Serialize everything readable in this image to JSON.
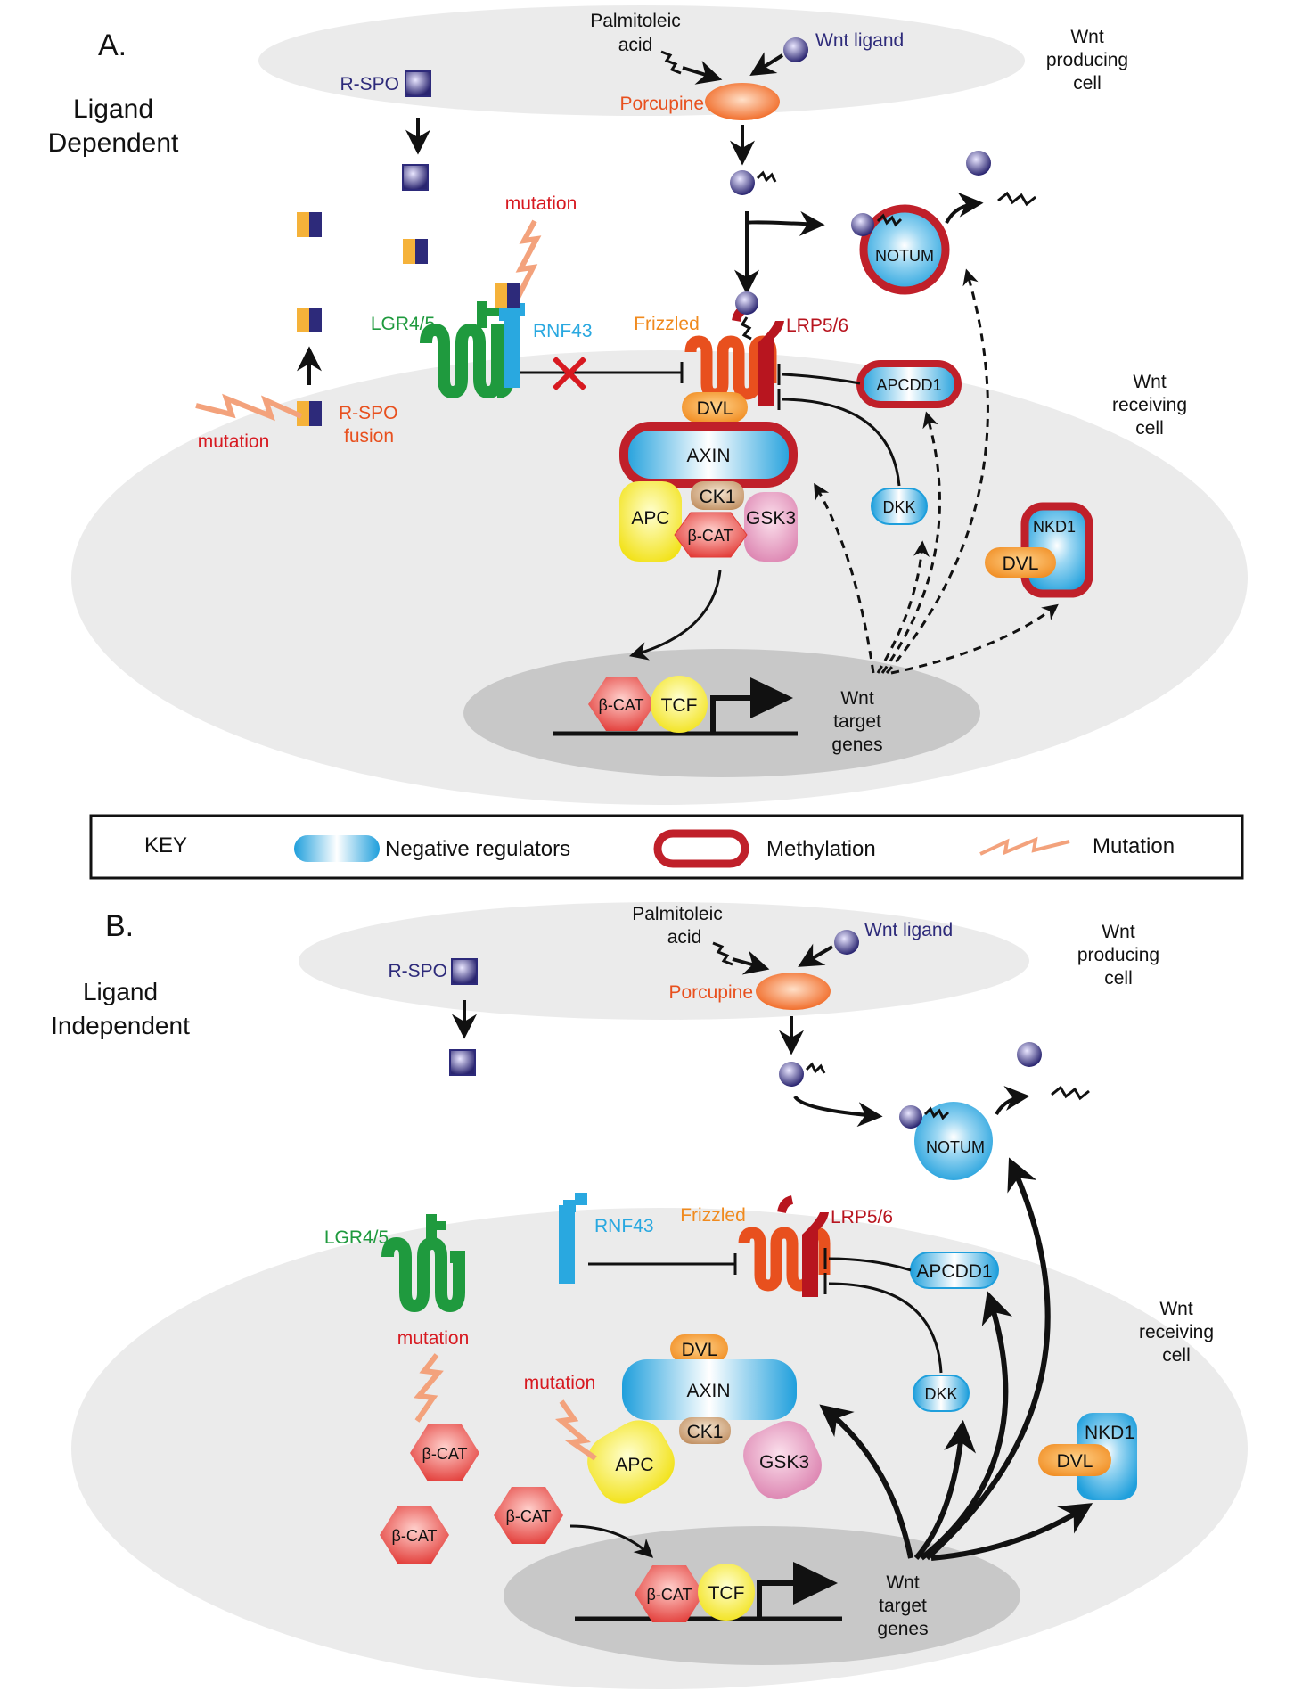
{
  "panel_a": {
    "label": "A.",
    "mode_line1": "Ligand",
    "mode_line2": "Dependent",
    "producing_cell": [
      "Wnt",
      "producing",
      "cell"
    ],
    "receiving_cell": [
      "Wnt",
      "receiving",
      "cell"
    ],
    "palmitoleic": [
      "Palmitoleic",
      "acid"
    ],
    "wnt_ligand": "Wnt ligand",
    "porcupine": "Porcupine",
    "rspo": "R-SPO",
    "rspo_fusion": [
      "R-SPO",
      "fusion"
    ],
    "mutation": "mutation",
    "lgr": "LGR4/5",
    "rnf43": "RNF43",
    "frizzled": "Frizzled",
    "lrp": "LRP5/6",
    "notum": "NOTUM",
    "apcdd1": "APCDD1",
    "dvl": "DVL",
    "axin": "AXIN",
    "ck1": "CK1",
    "apc": "APC",
    "gsk3": "GSK3",
    "bcat": "β-CAT",
    "dkk": "DKK",
    "nkd1": "NKD1",
    "tcf": "TCF",
    "target_genes": [
      "Wnt",
      "target",
      "genes"
    ]
  },
  "key": {
    "title": "KEY",
    "negative": "Negative regulators",
    "methylation": "Methylation",
    "mutation": "Mutation"
  },
  "panel_b": {
    "label": "B.",
    "mode_line1": "Ligand",
    "mode_line2": "Independent",
    "producing_cell": [
      "Wnt",
      "producing",
      "cell"
    ],
    "receiving_cell": [
      "Wnt",
      "receiving",
      "cell"
    ],
    "palmitoleic": [
      "Palmitoleic",
      "acid"
    ],
    "wnt_ligand": "Wnt ligand",
    "porcupine": "Porcupine",
    "rspo": "R-SPO",
    "mutation": "mutation",
    "lgr": "LGR4/5",
    "rnf43": "RNF43",
    "frizzled": "Frizzled",
    "lrp": "LRP5/6",
    "notum": "NOTUM",
    "apcdd1": "APCDD1",
    "dvl": "DVL",
    "axin": "AXIN",
    "ck1": "CK1",
    "apc": "APC",
    "gsk3": "GSK3",
    "bcat": "β-CAT",
    "dkk": "DKK",
    "nkd1": "NKD1",
    "tcf": "TCF",
    "target_genes": [
      "Wnt",
      "target",
      "genes"
    ]
  },
  "colors": {
    "negative_regulator": "#29a8e0",
    "methylation": "#c0202a",
    "mutation": "#f3a27c",
    "wnt_ligand": "#2d2a7a",
    "rspo": "#2d2a7a",
    "porcupine": "#f06a2a",
    "frizzled": "#e8501e",
    "lrp": "#b8151f",
    "lgr": "#1f9a3e",
    "rnf43": "#29a8e0",
    "dvl": "#f39a1e",
    "ck1": "#c89a6a",
    "apc": "#f2e31c",
    "gsk3": "#e58fb8",
    "bcat": "#e84a48",
    "tcf": "#f2e31c",
    "red_label": "#d71920",
    "orange_label": "#f08a1e",
    "green_label": "#1f9a3e",
    "blue_label": "#29a8e0",
    "navy_label": "#2d2a7a",
    "cell": "#ebebeb",
    "nucleus": "#c8c8c8"
  }
}
